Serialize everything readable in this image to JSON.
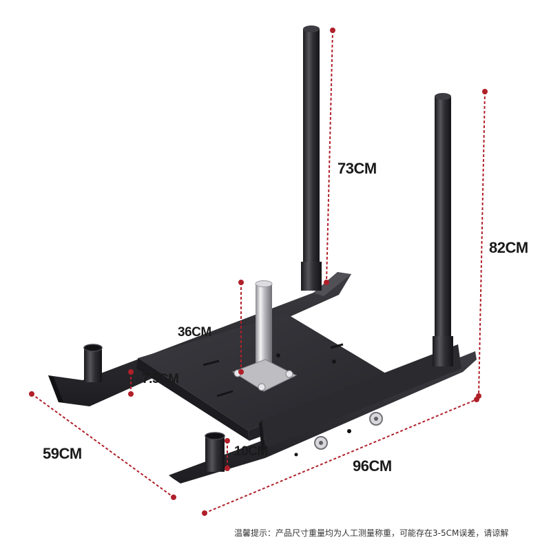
{
  "dimensions": {
    "post_height": "73CM",
    "total_height": "82CM",
    "pin_height": "36CM",
    "runner_height": "7.5CM",
    "runner_width": "10CM",
    "depth": "59CM",
    "length": "96CM"
  },
  "notice": "温馨提示：产品尺寸重量均为人工测量称重，可能存在3-5CM误差，请谅解",
  "colors": {
    "frame": "#2b2b2f",
    "frame_dark": "#1c1c20",
    "frame_light": "#4a4a50",
    "dimension_line": "#b0202a",
    "chrome": "#c8c8cc"
  }
}
